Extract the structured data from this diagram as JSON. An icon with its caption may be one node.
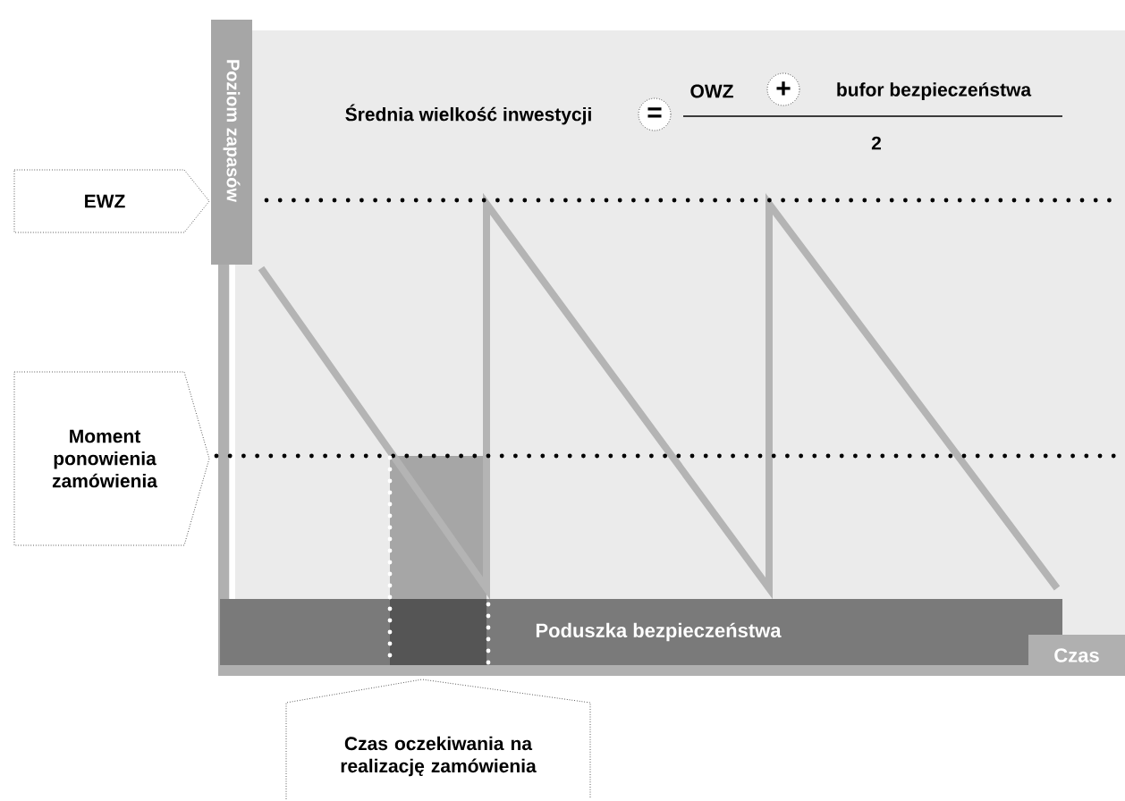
{
  "diagram": {
    "nodes": [
      {
        "text": [
          "Poziom zapasów"
        ]
      },
      {
        "text": [
          "="
        ]
      },
      {
        "text": [
          "+"
        ]
      },
      {
        "text": [
          "EWZ"
        ]
      },
      {
        "text": [
          "Moment ponowienia zamówienia"
        ]
      },
      {
        "text": [
          "Poduszka bezpieczeństwa"
        ]
      },
      {
        "text": [
          "Czas"
        ]
      },
      {
        "text": [
          "Czas oczekiwania na realizację zamówienia"
        ]
      }
    ],
    "labels": [
      "Średnia wielkość inwestycji",
      "OWZ",
      "bufor bezpieczeństwa",
      "2"
    ]
  }
}
